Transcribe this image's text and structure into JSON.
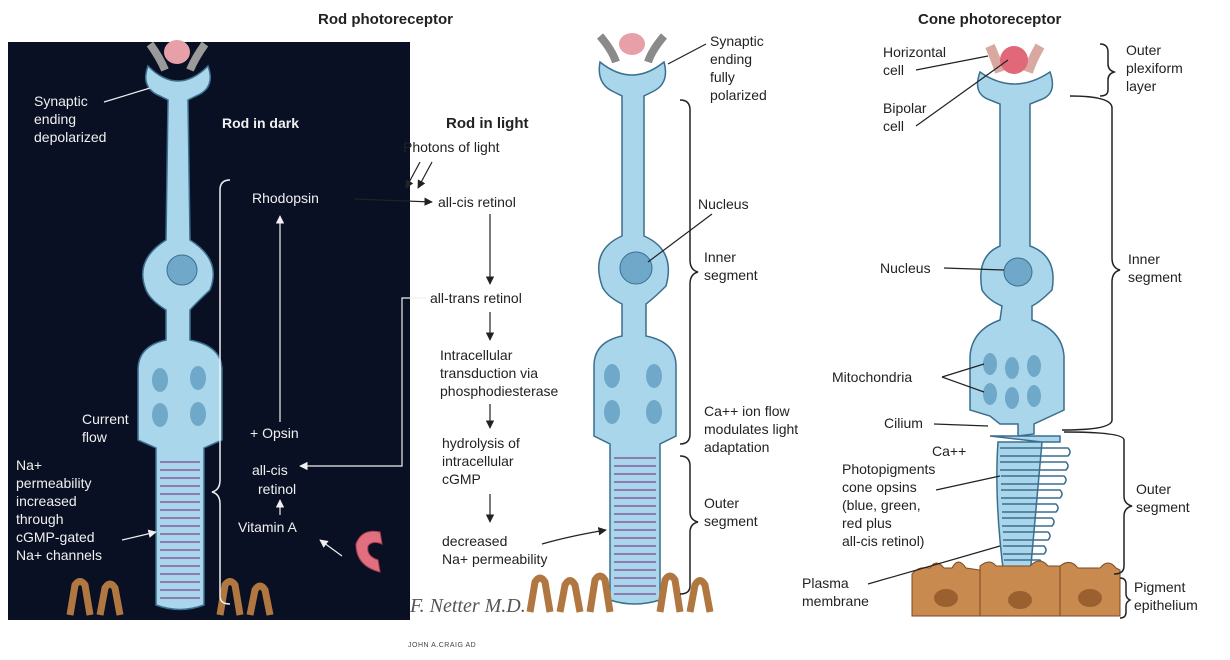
{
  "titles": {
    "rod": "Rod photoreceptor",
    "cone": "Cone photoreceptor",
    "rod_dark": "Rod in dark",
    "rod_light": "Rod in light"
  },
  "rod_dark_labels": {
    "synaptic": [
      "Synaptic",
      "ending",
      "depolarized"
    ],
    "current": [
      "Current",
      "flow"
    ],
    "na": [
      "Na+",
      "permeability",
      "increased",
      "through",
      "cGMP-gated",
      "Na+ channels"
    ]
  },
  "cycle": {
    "rhodopsin": "Rhodopsin",
    "opsin": "+ Opsin",
    "allcis": [
      "all-cis",
      "retinol"
    ],
    "vitamin": "Vitamin A"
  },
  "cascade": {
    "photons": "Photons of light",
    "allcis": "all-cis retinol",
    "alltrans": "all-trans retinol",
    "intracellular": [
      "Intracellular",
      "transduction via",
      "phosphodiesterase"
    ],
    "hydrolysis": [
      "hydrolysis of",
      "intracellular",
      "cGMP"
    ],
    "decreased": [
      "decreased",
      "Na+ permeability"
    ]
  },
  "rod_light_labels": {
    "synaptic": [
      "Synaptic",
      "ending",
      "fully",
      "polarized"
    ],
    "nucleus": "Nucleus",
    "inner": [
      "Inner",
      "segment"
    ],
    "ca": [
      "Ca++ ion flow",
      "modulates light",
      "adaptation"
    ],
    "outer": [
      "Outer",
      "segment"
    ]
  },
  "cone_labels": {
    "horizontal": [
      "Horizontal",
      "cell"
    ],
    "bipolar": [
      "Bipolar",
      "cell"
    ],
    "plexiform": [
      "Outer",
      "plexiform",
      "layer"
    ],
    "nucleus": "Nucleus",
    "inner": [
      "Inner",
      "segment"
    ],
    "mito": "Mitochondria",
    "cilium": "Cilium",
    "photopig": [
      "Ca++",
      "Photopigments",
      "cone opsins",
      "(blue, green,",
      "red plus",
      "all-cis retinol)"
    ],
    "outer": [
      "Outer",
      "segment"
    ],
    "plasma": [
      "Plasma",
      "membrane"
    ],
    "pigment": [
      "Pigment",
      "epithelium"
    ]
  },
  "signature": {
    "artist": "F. Netter M.D.",
    "credit": "JOHN A.CRAIG AD"
  },
  "colors": {
    "dark_panel": "#0a1024",
    "cell_fill": "#a9d6ea",
    "cell_stroke": "#3b6f8f",
    "mito": "#6fa8c8",
    "disc": "#8a7bb0",
    "pigment": "#b07840",
    "synapse": "#e8a0a8"
  }
}
